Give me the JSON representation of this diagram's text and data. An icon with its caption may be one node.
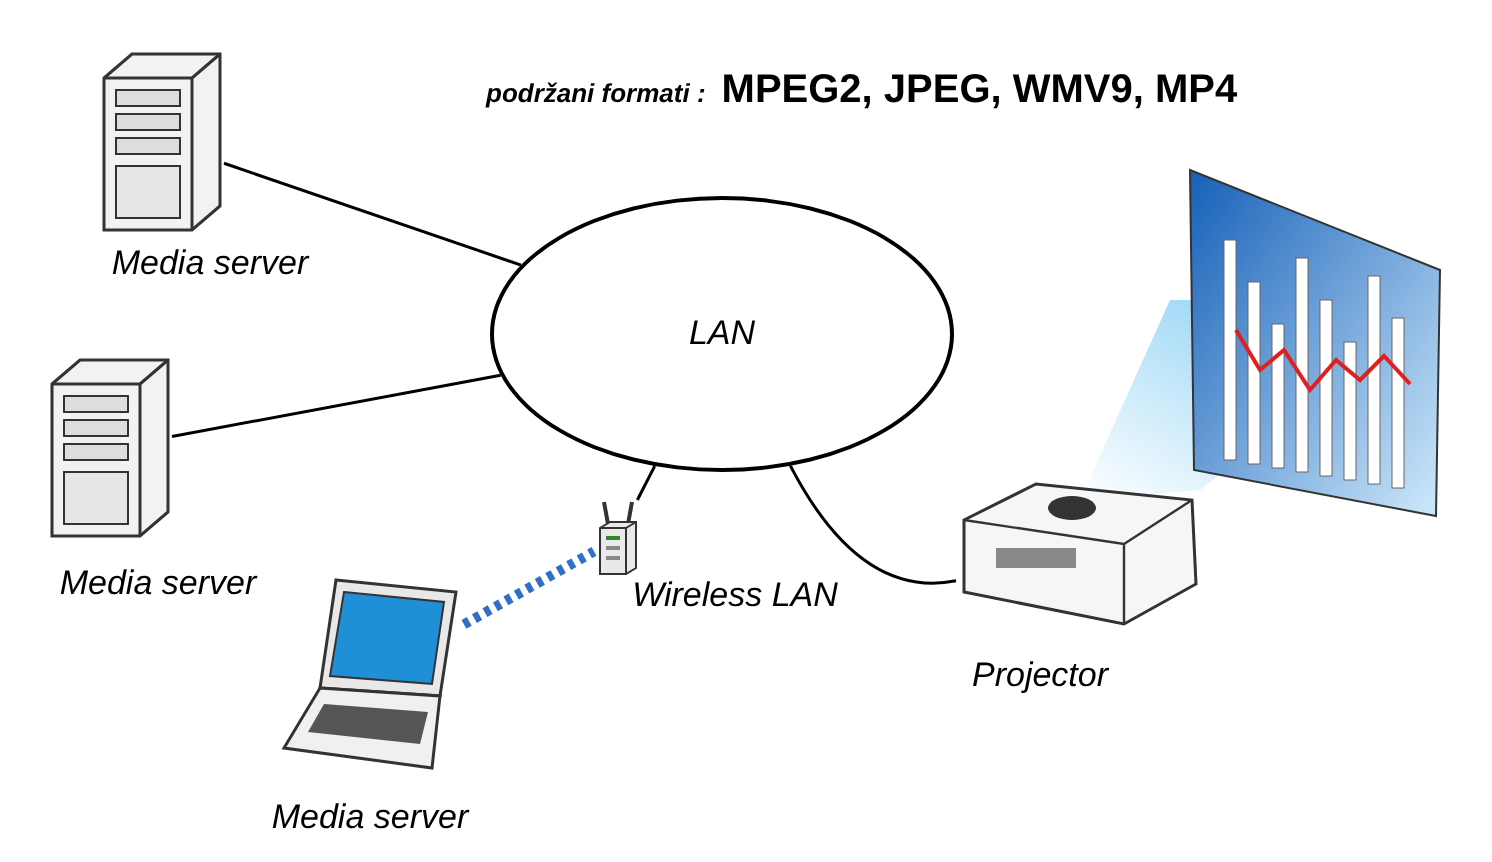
{
  "diagram": {
    "nodes": [
      {
        "text": [],
        "shape": "picture",
        "beside": [
          "Media server"
        ]
      },
      {
        "text": [
          "LAN"
        ]
      },
      {
        "text": [],
        "shape": "picture",
        "beside": [
          "Media server"
        ]
      },
      {
        "text": [],
        "shape": "picture",
        "beside": [
          "Wireless LAN"
        ]
      },
      {
        "text": [],
        "shape": "picture",
        "beside": [
          "Media server"
        ]
      },
      {
        "text": [],
        "shape": "picture",
        "beside": [
          "Projector"
        ]
      }
    ],
    "edges": [
      {
        "from": 0,
        "to": 1,
        "arrow": "none"
      },
      {
        "from": 2,
        "to": 1,
        "arrow": "none"
      },
      {
        "from": 3,
        "to": 1,
        "arrow": "none"
      },
      {
        "from": 1,
        "to": 5,
        "arrow": "none"
      },
      {
        "from": 4,
        "to": 3,
        "arrow": "none",
        "style": "dashed",
        "color": "#2f6fc8"
      }
    ],
    "labels": [
      "podržani formati :",
      "MPEG2, JPEG, WMV9, MP4"
    ]
  }
}
